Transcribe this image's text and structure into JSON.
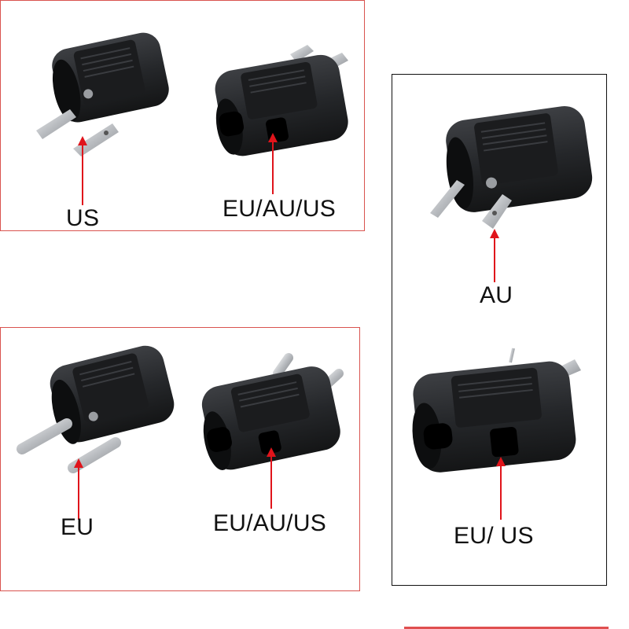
{
  "colors": {
    "panel_border_red": "#d9534f",
    "panel_border_black": "#111111",
    "arrow": "#e0141b",
    "plug_body": "#2a2b2e",
    "plug_face": "#121314",
    "pin_metal": "#c7c9cc"
  },
  "panels": {
    "top_left": {
      "us_plug_label": "US",
      "socket_label": "EU/AU/US"
    },
    "bottom_left": {
      "eu_plug_label": "EU",
      "socket_label": "EU/AU/US"
    },
    "right": {
      "au_plug_label": "AU",
      "socket_label": "EU/ US"
    }
  }
}
